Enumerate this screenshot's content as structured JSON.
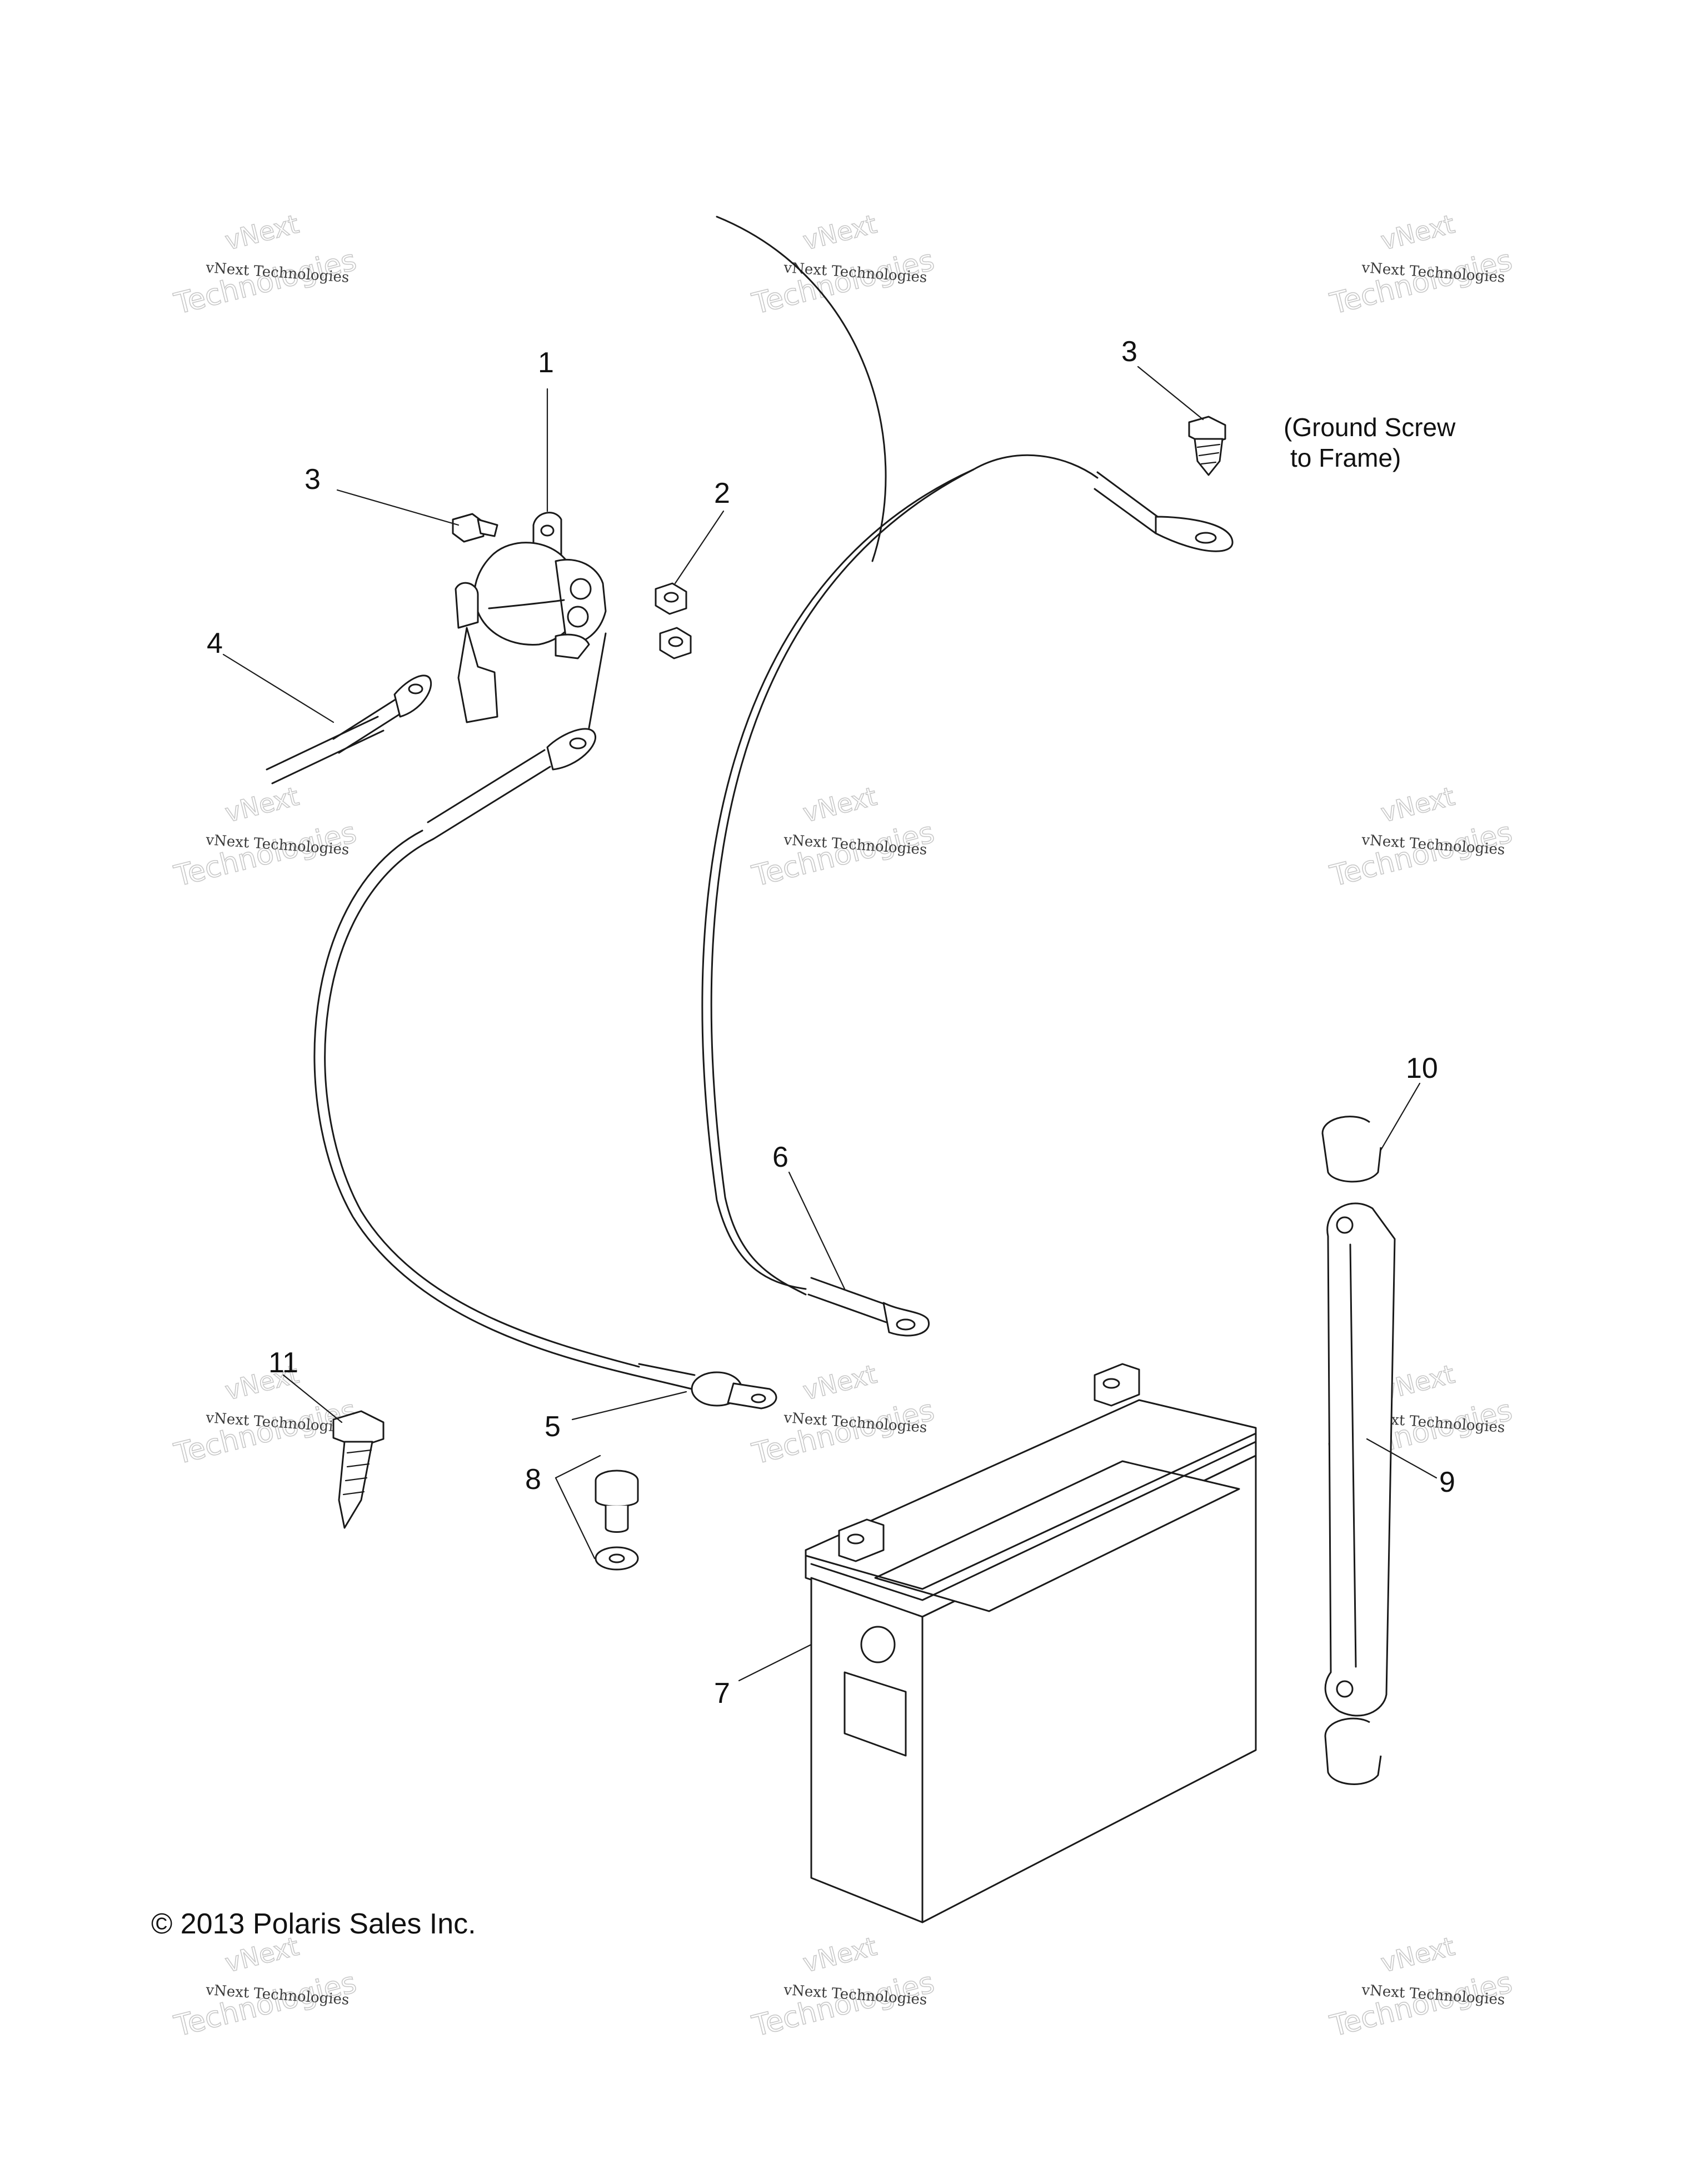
{
  "callouts": {
    "c1": "1",
    "c2": "2",
    "c3a": "3",
    "c3b": "3",
    "c4": "4",
    "c5": "5",
    "c6": "6",
    "c7": "7",
    "c8": "8",
    "c9": "9",
    "c10": "10",
    "c11": "11"
  },
  "ground_note": {
    "line1": "(Ground Screw",
    "line2": "to Frame)"
  },
  "copyright": "© 2013 Polaris Sales Inc.",
  "watermark": {
    "line_a": "vNext Technologies",
    "line_b": "Technologies",
    "line_c": "vNext"
  }
}
